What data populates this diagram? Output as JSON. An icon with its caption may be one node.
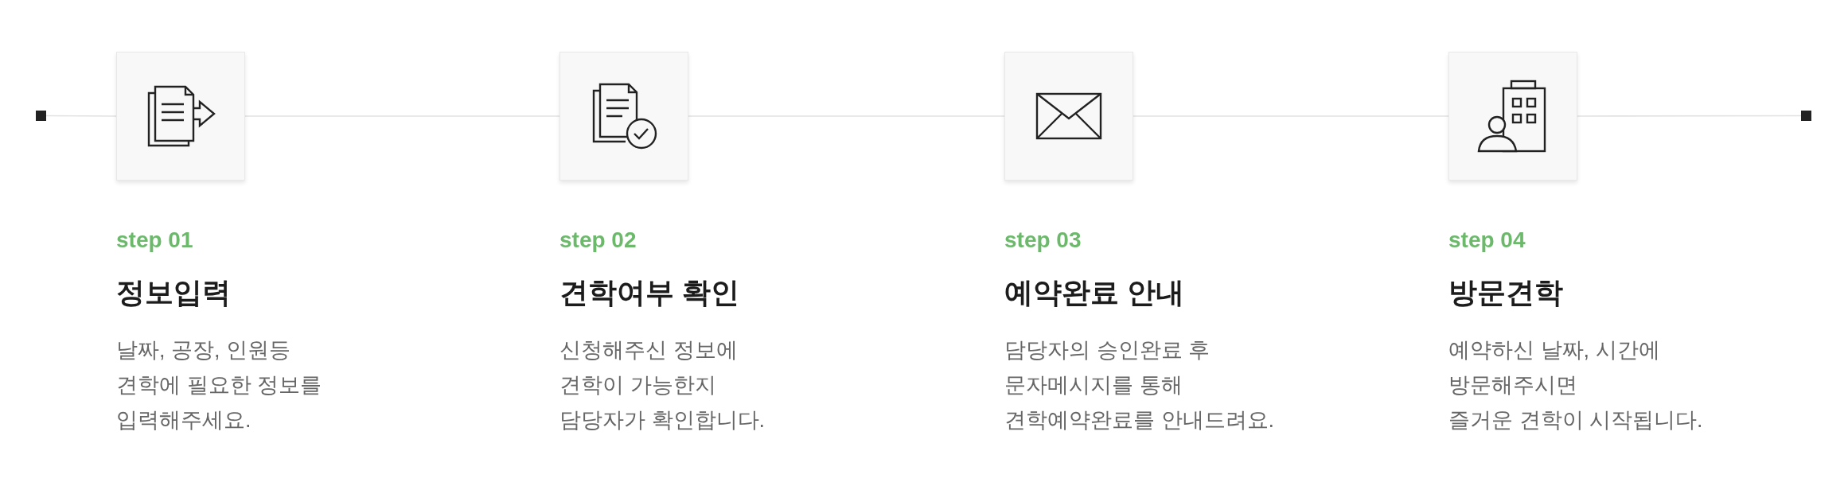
{
  "diagram": {
    "nodes": [
      {
        "text": [],
        "shape": "square"
      },
      {
        "text": [],
        "shape": "box",
        "beside": [
          "step 01",
          "정보입력",
          "날짜, 공장, 인원등 견학에 필요한 정보를 입력해주세요."
        ]
      },
      {
        "text": [],
        "shape": "box",
        "beside": [
          "step 02",
          "견학여부 확인",
          "신청해주신 정보에 견학이 가능한지 담당자가 확인합니다."
        ]
      },
      {
        "text": [],
        "shape": "box",
        "beside": [
          "step 03",
          "예약완료 안내",
          "담당자의 승인완료 후 문자메시지를 통해 견학예약완료를 안내드려요."
        ]
      },
      {
        "text": [],
        "shape": "box",
        "beside": [
          "step 04",
          "방문견학",
          "예약하신 날짜, 시간에 방문해주시면 즐거운 견학이 시작됩니다."
        ]
      },
      {
        "text": [],
        "shape": "square"
      }
    ],
    "edges": [
      {
        "from": 0,
        "to": 1,
        "arrow": "none"
      },
      {
        "from": 1,
        "to": 2,
        "arrow": "none"
      },
      {
        "from": 2,
        "to": 3,
        "arrow": "none"
      },
      {
        "from": 3,
        "to": 4,
        "arrow": "none"
      },
      {
        "from": 4,
        "to": 5,
        "arrow": "none"
      }
    ]
  }
}
